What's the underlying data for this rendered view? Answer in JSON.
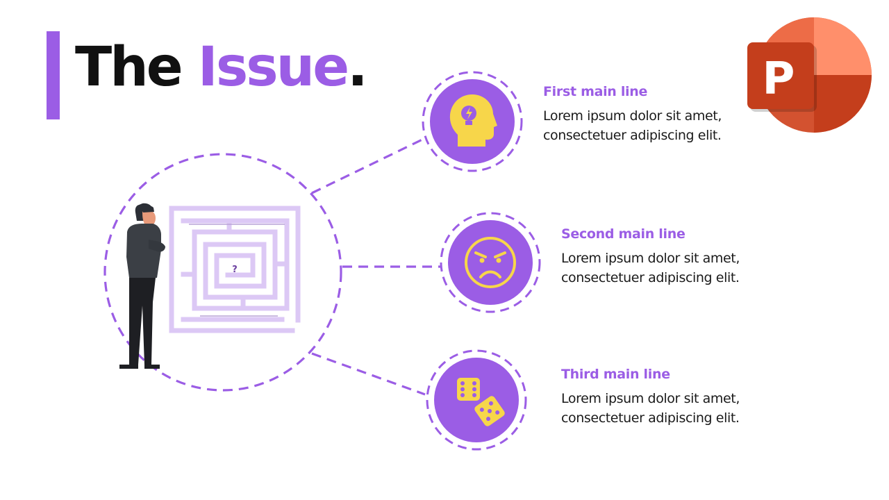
{
  "slide": {
    "title_part1": "The ",
    "title_highlight": "Issue",
    "title_end": ".",
    "items": [
      {
        "heading": "First main line",
        "line1": "Lorem ipsum dolor sit amet,",
        "line2": "consectetuer adipiscing elit.",
        "icon": "head-lightbulb-icon"
      },
      {
        "heading": "Second main line",
        "line1": "Lorem ipsum dolor sit amet,",
        "line2": "consectetuer adipiscing elit.",
        "icon": "angry-face-icon"
      },
      {
        "heading": "Third main line",
        "line1": "Lorem ipsum dolor sit amet,",
        "line2": "consectetuer adipiscing elit.",
        "icon": "dice-icon"
      }
    ],
    "maze_mark": "?"
  },
  "logo": {
    "letter": "P",
    "icon": "powerpoint-logo-icon"
  },
  "colors": {
    "accent": "#9b5de5",
    "icon_yellow": "#f7d64a",
    "maze_light": "#dcc8f5",
    "logo_red": "#c43e1c",
    "logo_orange": "#ff8f6b"
  }
}
